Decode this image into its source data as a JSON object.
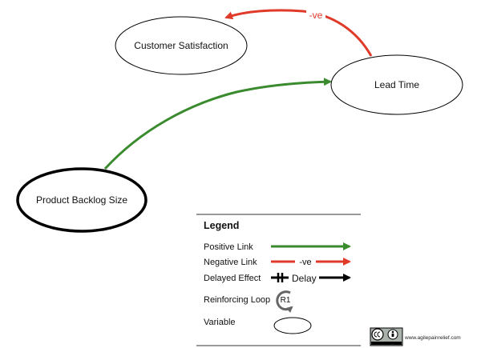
{
  "colors": {
    "positive": "#3a8a2e",
    "negative": "#e03a2a",
    "delay": "#000000",
    "node_stroke": "#000000"
  },
  "nodes": {
    "customer_satisfaction": "Customer Satisfaction",
    "lead_time": "Lead Time",
    "product_backlog_size": "Product Backlog Size"
  },
  "links": {
    "negative_label": "-ve"
  },
  "legend": {
    "title": "Legend",
    "positive_link": "Positive Link",
    "negative_link": "Negative Link",
    "negative_label": "-ve",
    "delayed_effect": "Delayed Effect",
    "delay_label": "Delay",
    "reinforcing_loop": "Reinforcing Loop",
    "loop_label": "R1",
    "variable": "Variable"
  },
  "credit": {
    "website": "www.agilepainrelief.com",
    "license_badge": "BY"
  }
}
